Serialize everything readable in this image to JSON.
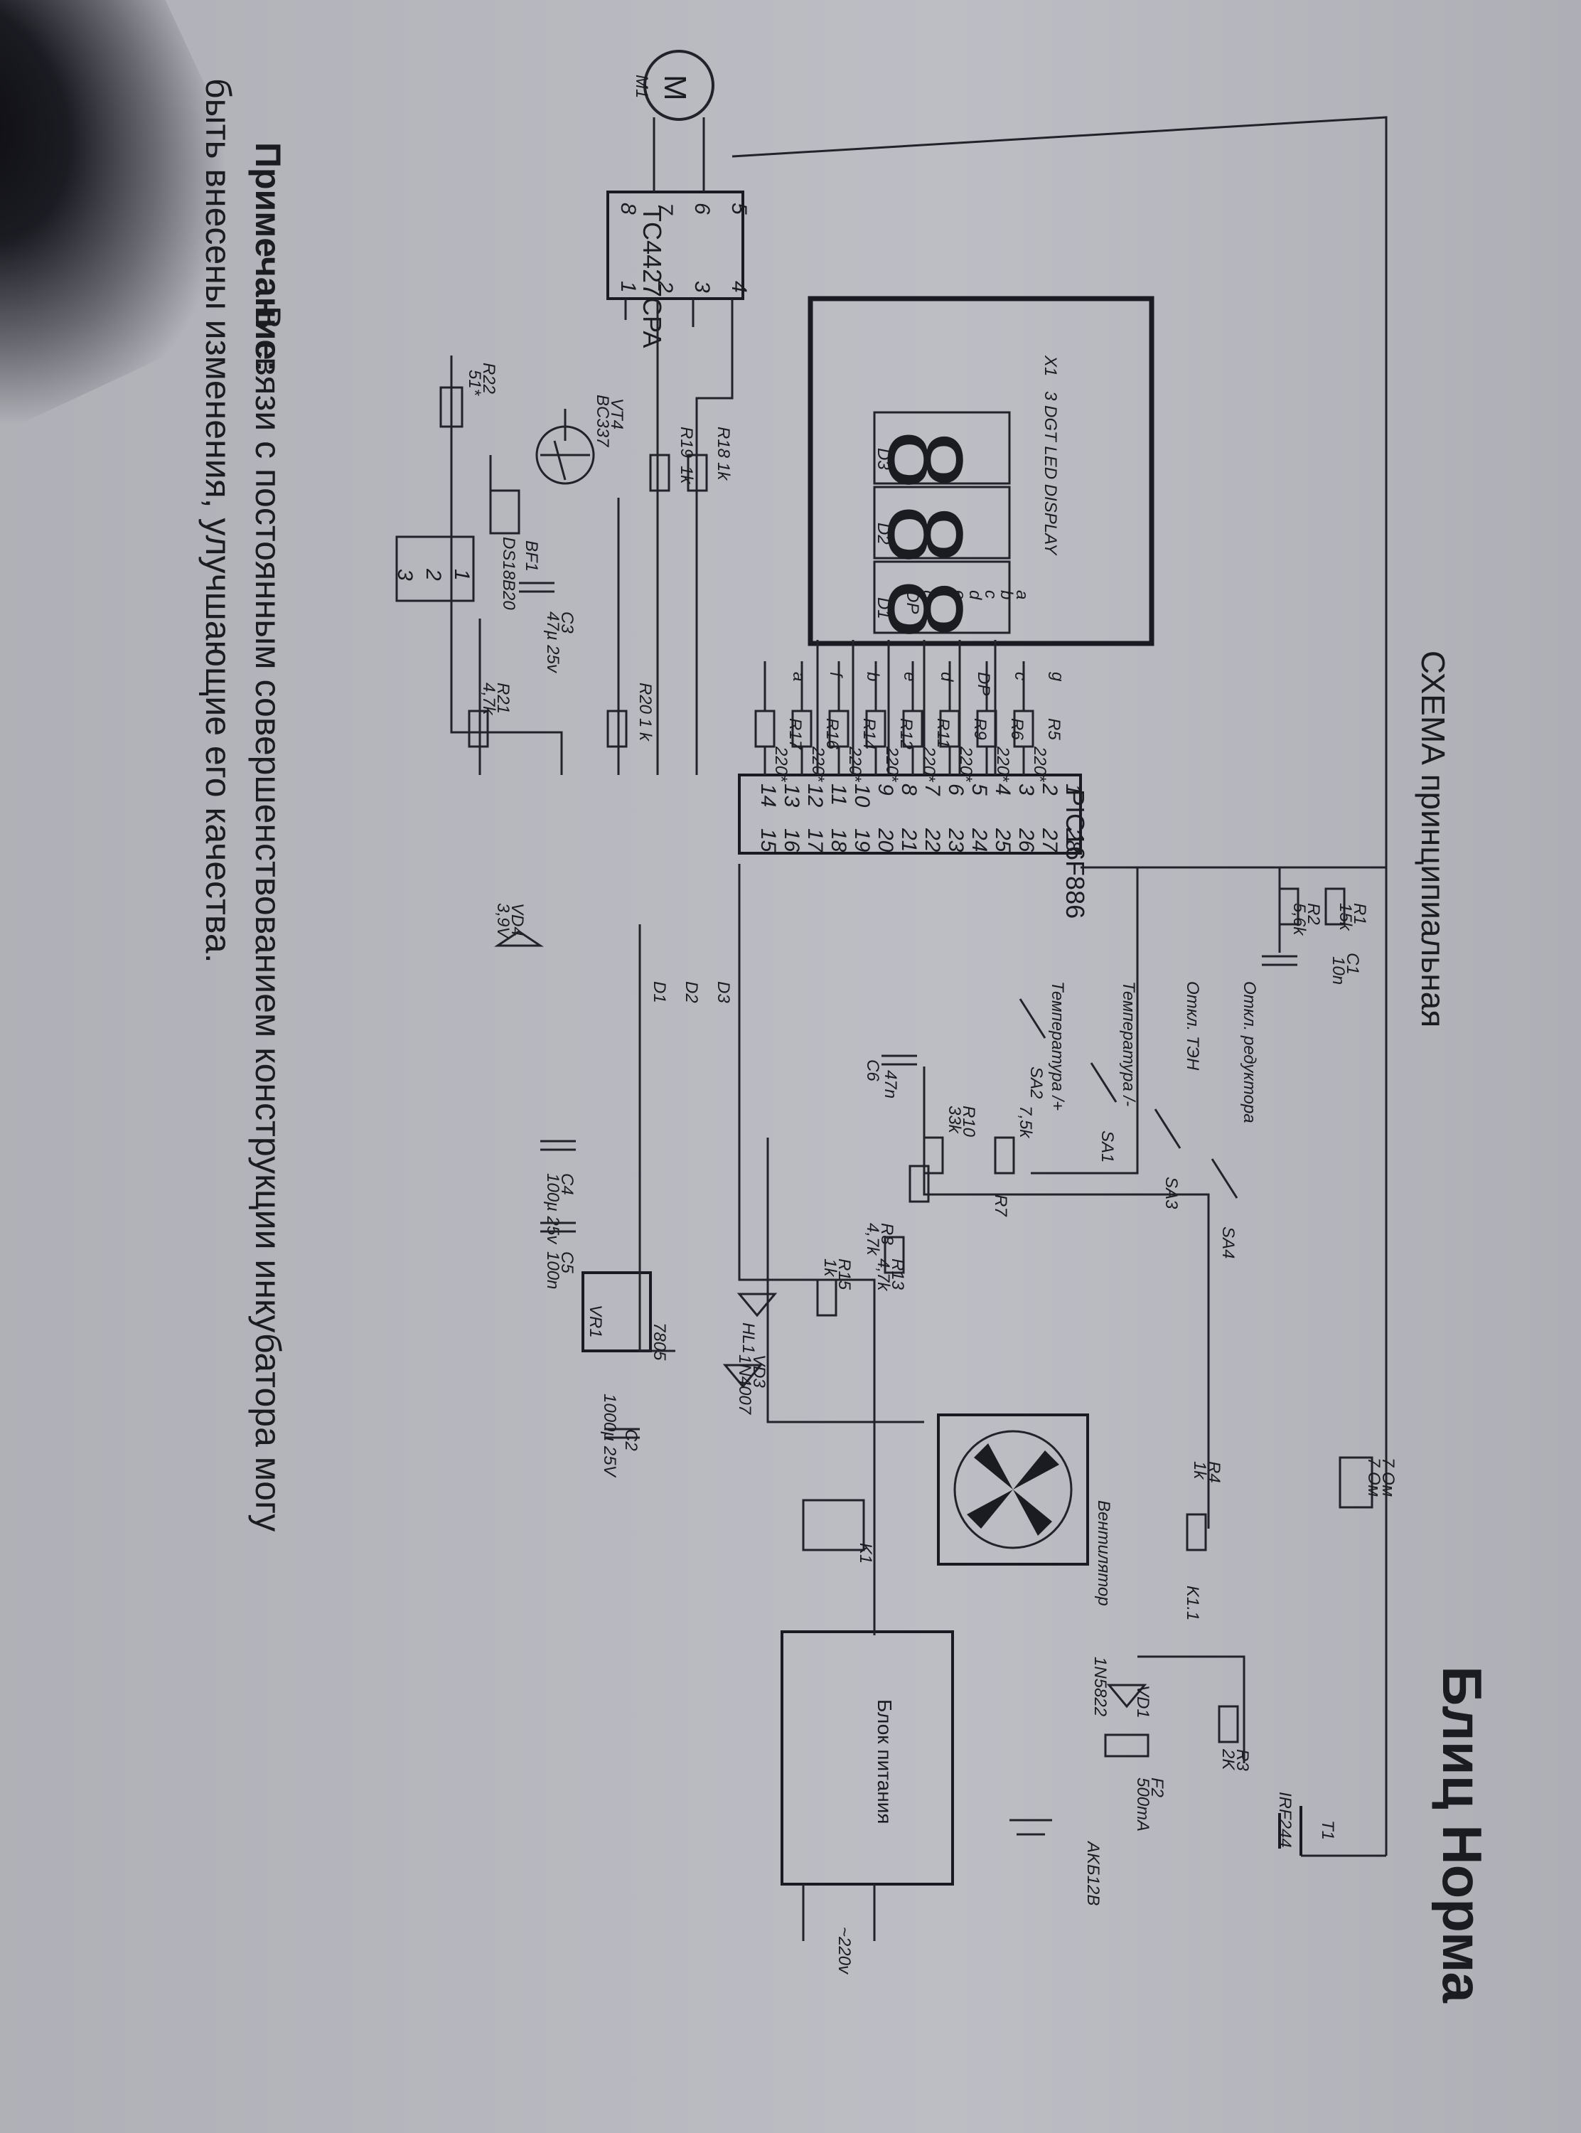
{
  "title": "СХЕМА принципиальная",
  "brand": "Блиц Норма",
  "note": {
    "label": "Примечание:",
    "line1": "В связи с постоянным совершенствованием конструкции инкубатора могу",
    "line2": "быть внесены изменения, улучшающие его качества."
  },
  "mcu": {
    "name": "PIC16F886",
    "pins_left": [
      "1",
      "2",
      "3",
      "4",
      "5",
      "6",
      "7",
      "8",
      "9",
      "10",
      "11",
      "12",
      "13",
      "14"
    ],
    "pins_right": [
      "28",
      "27",
      "26",
      "25",
      "24",
      "23",
      "22",
      "21",
      "20",
      "19",
      "18",
      "17",
      "16",
      "15"
    ]
  },
  "driver": {
    "name": "TC4427CPA",
    "pins_top": [
      "5",
      "6",
      "7",
      "8"
    ],
    "pins_bottom": [
      "4",
      "3",
      "2",
      "1"
    ]
  },
  "display": {
    "name": "X1",
    "type": "3 DGT LED DISPLAY",
    "digit_labels": [
      "D3",
      "D2",
      "D1"
    ],
    "segment_labels": [
      "a",
      "b",
      "c",
      "d",
      "e",
      "f",
      "g",
      "DP"
    ]
  },
  "segment_resistors": [
    {
      "name": "R5",
      "value": "220*",
      "seg": "g"
    },
    {
      "name": "R6",
      "value": "220*",
      "seg": "c"
    },
    {
      "name": "R9",
      "value": "220*",
      "seg": "DP"
    },
    {
      "name": "R11",
      "value": "220*",
      "seg": "d"
    },
    {
      "name": "R12",
      "value": "220*",
      "seg": "e"
    },
    {
      "name": "R14",
      "value": "220*",
      "seg": "b"
    },
    {
      "name": "R16",
      "value": "220*",
      "seg": "f"
    },
    {
      "name": "R17",
      "value": "220*",
      "seg": "a"
    }
  ],
  "components": {
    "r1": {
      "name": "R1",
      "value": "15k"
    },
    "r2": {
      "name": "R2",
      "value": "5,6k"
    },
    "c1": {
      "name": "C1",
      "value": "10n"
    },
    "r18": {
      "name": "R18",
      "value": "1k"
    },
    "r19": {
      "name": "R19",
      "value": "1k"
    },
    "r20": {
      "name": "R20",
      "value": "1 k"
    },
    "r21": {
      "name": "R21",
      "value": "4,7k"
    },
    "r22": {
      "name": "R22",
      "value": "51*"
    },
    "vt4": {
      "name": "VT4",
      "value": "BC337"
    },
    "bf1": {
      "name": "BF1"
    },
    "c3": {
      "name": "C3",
      "value": "47µ 25v"
    },
    "ds": {
      "name": "DS18B20",
      "pins": [
        "1",
        "2",
        "3"
      ]
    },
    "m1": {
      "name": "M1",
      "symbol": "M"
    },
    "vd4": {
      "name": "VD4",
      "value": "3,9V"
    },
    "c6": {
      "name": "C6",
      "value": "47n"
    },
    "r7": {
      "name": "R7",
      "value": "7,5k"
    },
    "r10": {
      "name": "R10",
      "value": "33k"
    },
    "r8": {
      "name": "R8",
      "value": "4,7k"
    },
    "r13": {
      "name": "R13",
      "value": "4,7k"
    },
    "r15": {
      "name": "R15",
      "value": "1k"
    },
    "hl1": {
      "name": "HL1"
    },
    "vd3": {
      "name": "VD3",
      "value": "1N4007"
    },
    "c4": {
      "name": "C4",
      "value": "100µ 25v"
    },
    "c5": {
      "name": "C5",
      "value": "100n"
    },
    "reg": {
      "name": "7805",
      "pin": "VR1"
    },
    "c2": {
      "name": "C2",
      "value": "1000µ 25V"
    },
    "k1": {
      "name": "K1"
    },
    "k11": {
      "name": "K1.1"
    },
    "fan": {
      "name": "Вентилятор"
    },
    "r4": {
      "name": "R4",
      "value": "1k"
    },
    "r3": {
      "name": "R3",
      "value": "2K"
    },
    "t1": {
      "name": "T1",
      "value": "IRF244"
    },
    "vd1": {
      "name": "VD1",
      "value": "1N5822"
    },
    "f2": {
      "name": "F2",
      "value": "500mA"
    },
    "bat": {
      "value": "AKБ12В"
    },
    "psu": {
      "name": "Блок питания",
      "value": "~220v"
    },
    "heater": {
      "r_top": "7 Ом",
      "r_bot": "7 Ом"
    }
  },
  "switches": {
    "sa4": {
      "name": "SA4",
      "label": "Откл. редуктора"
    },
    "sa3": {
      "name": "SA3",
      "label": "Откл. ТЭН"
    },
    "sa1": {
      "name": "SA1",
      "label": "Температура /-"
    },
    "sa2": {
      "name": "SA2",
      "label": "Температура /+"
    }
  },
  "digit_lines": [
    "D1",
    "D2",
    "D3"
  ]
}
